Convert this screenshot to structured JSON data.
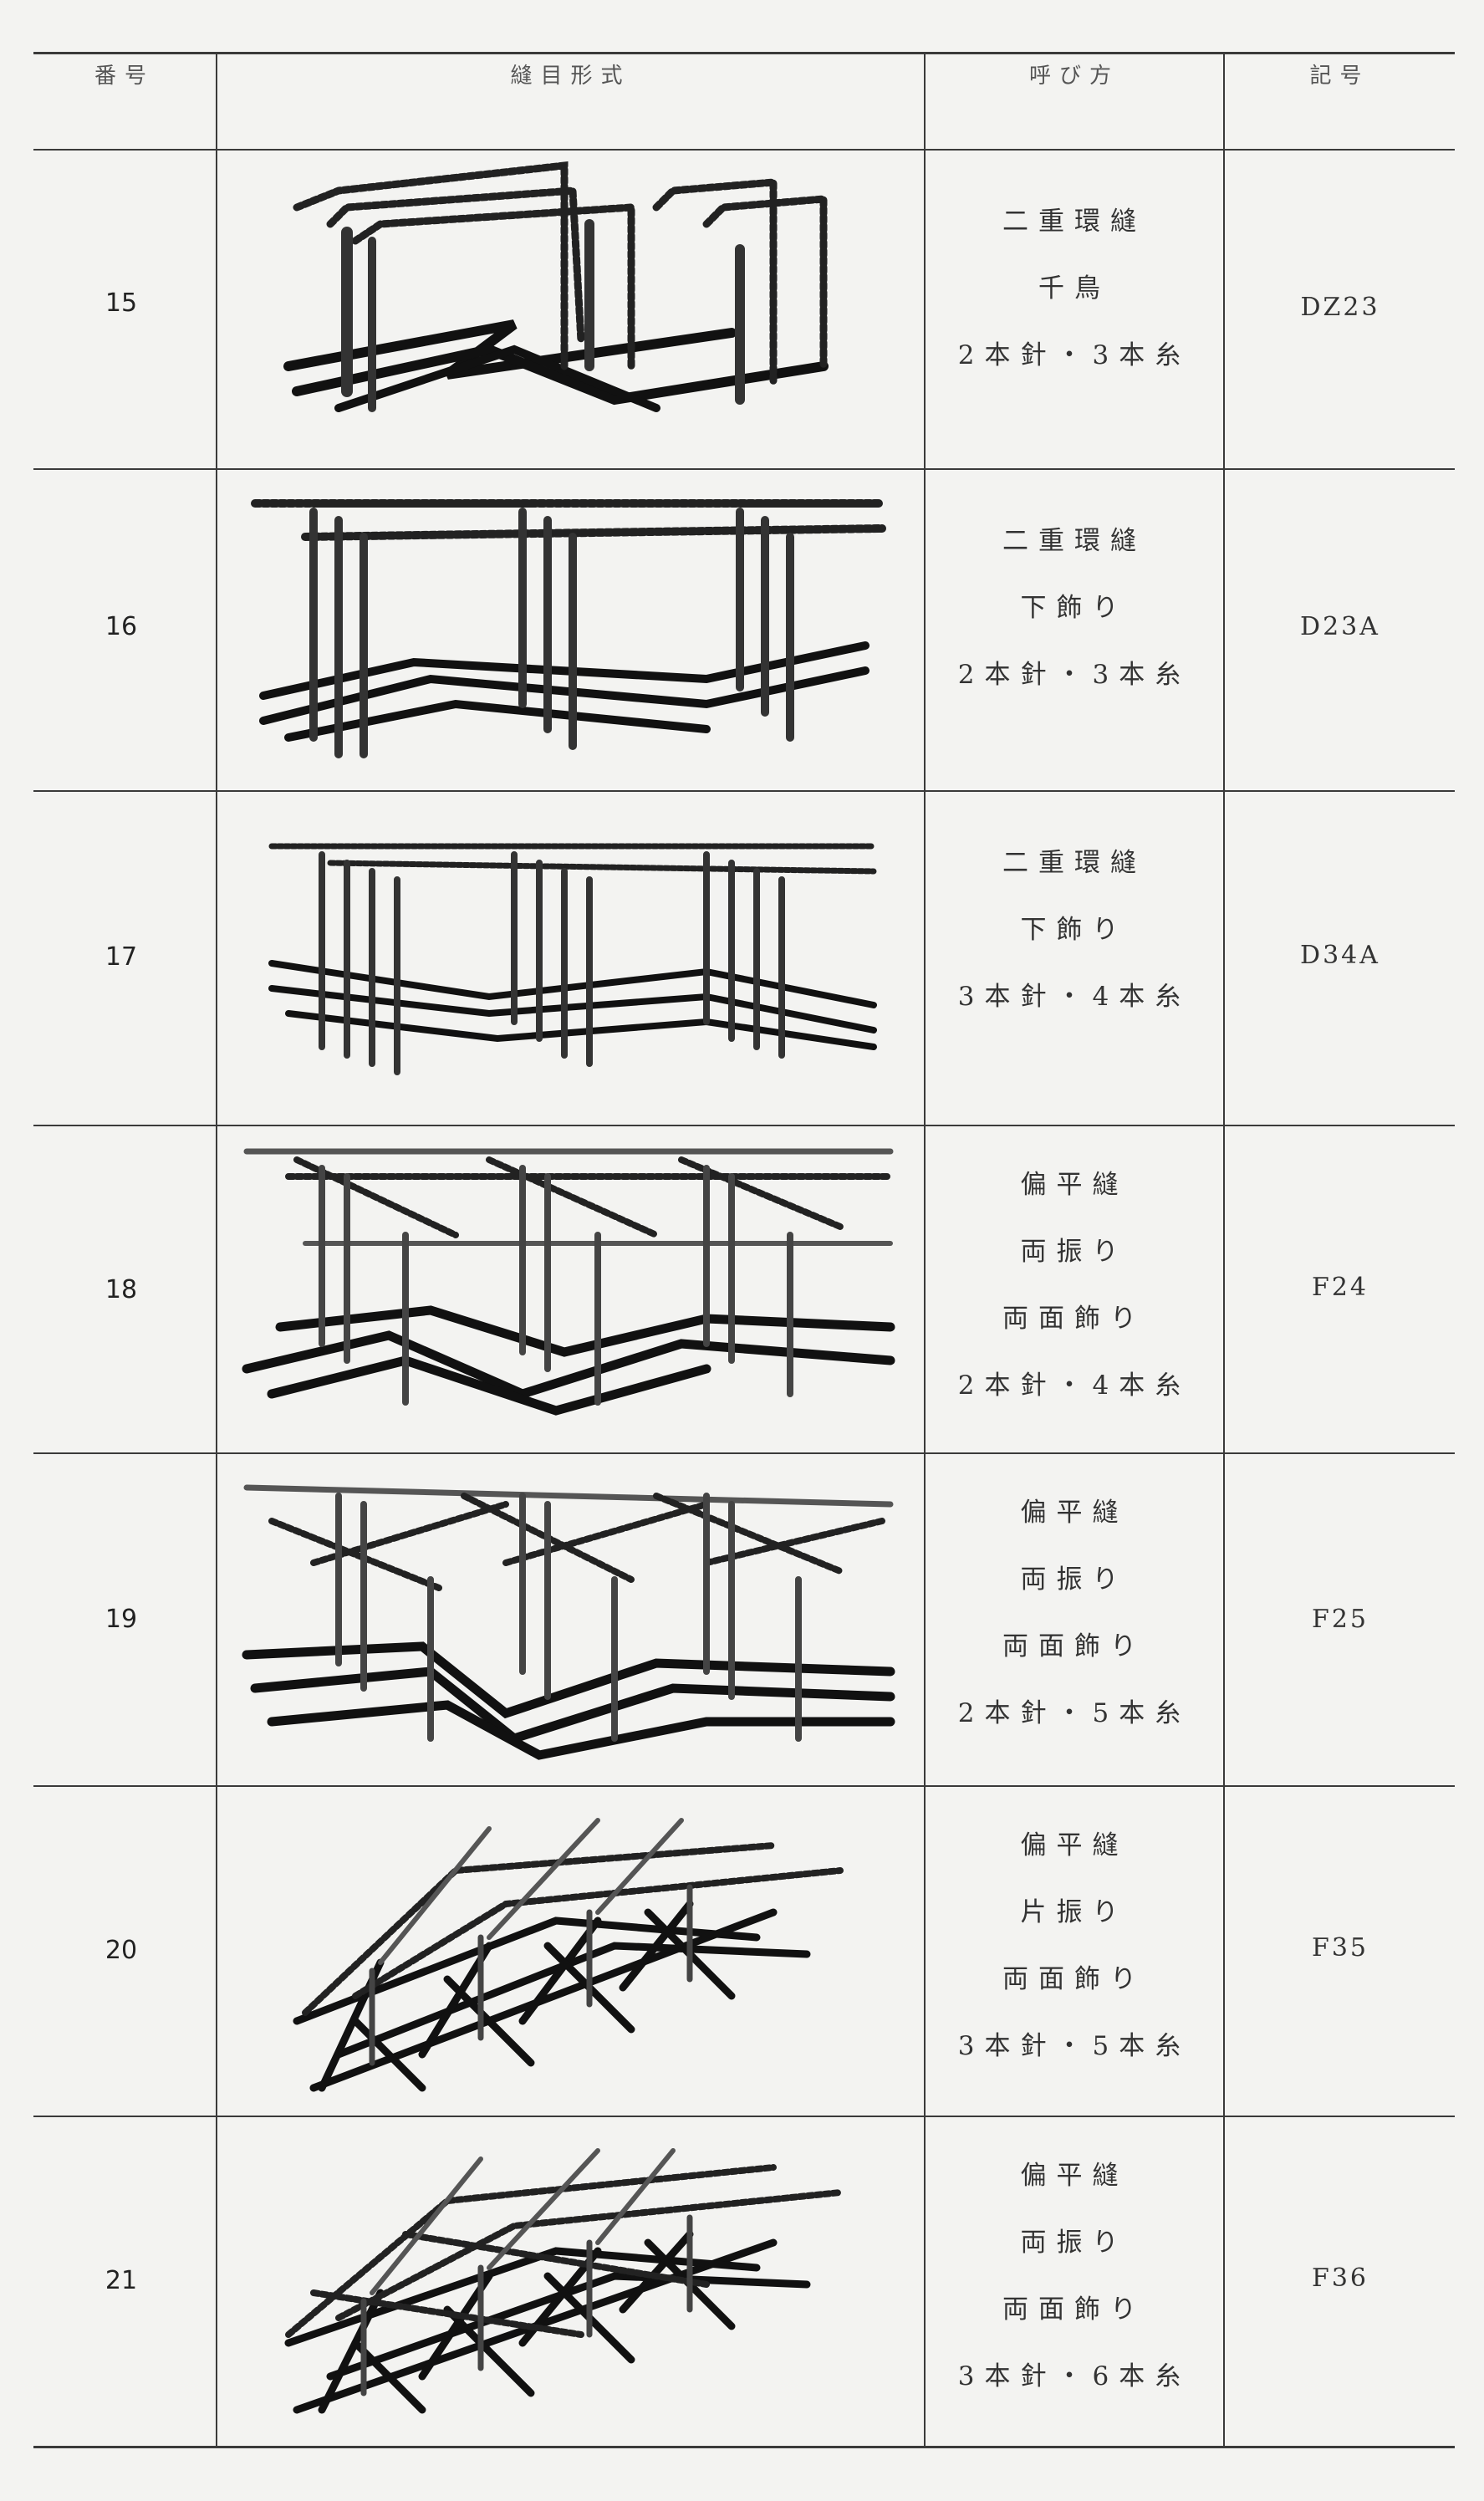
{
  "header": {
    "col_number": "番号",
    "col_form": "縫目形式",
    "col_name": "呼び方",
    "col_symbol": "記号"
  },
  "rows": [
    {
      "number": "15",
      "name_lines": [
        "二重環縫",
        "千鳥",
        "2本針・3本糸"
      ],
      "symbol": "DZ23",
      "figure": "stitch-diagram-15"
    },
    {
      "number": "16",
      "name_lines": [
        "二重環縫",
        "下飾り",
        "2本針・3本糸"
      ],
      "symbol": "D23A",
      "figure": "stitch-diagram-16"
    },
    {
      "number": "17",
      "name_lines": [
        "二重環縫",
        "下飾り",
        "3本針・4本糸"
      ],
      "symbol": "D34A",
      "figure": "stitch-diagram-17"
    },
    {
      "number": "18",
      "name_lines": [
        "偏平縫",
        "両振り",
        "両面飾り",
        "2本針・4本糸"
      ],
      "symbol": "F24",
      "figure": "stitch-diagram-18"
    },
    {
      "number": "19",
      "name_lines": [
        "偏平縫",
        "両振り",
        "両面飾り",
        "2本針・5本糸"
      ],
      "symbol": "F25",
      "figure": "stitch-diagram-19"
    },
    {
      "number": "20",
      "name_lines": [
        "偏平縫",
        "片振り",
        "両面飾り",
        "3本針・5本糸"
      ],
      "symbol": "F35",
      "figure": "stitch-diagram-20"
    },
    {
      "number": "21",
      "name_lines": [
        "偏平縫",
        "両振り",
        "両面飾り",
        "3本針・6本糸"
      ],
      "symbol": "F36",
      "figure": "stitch-diagram-21"
    }
  ]
}
